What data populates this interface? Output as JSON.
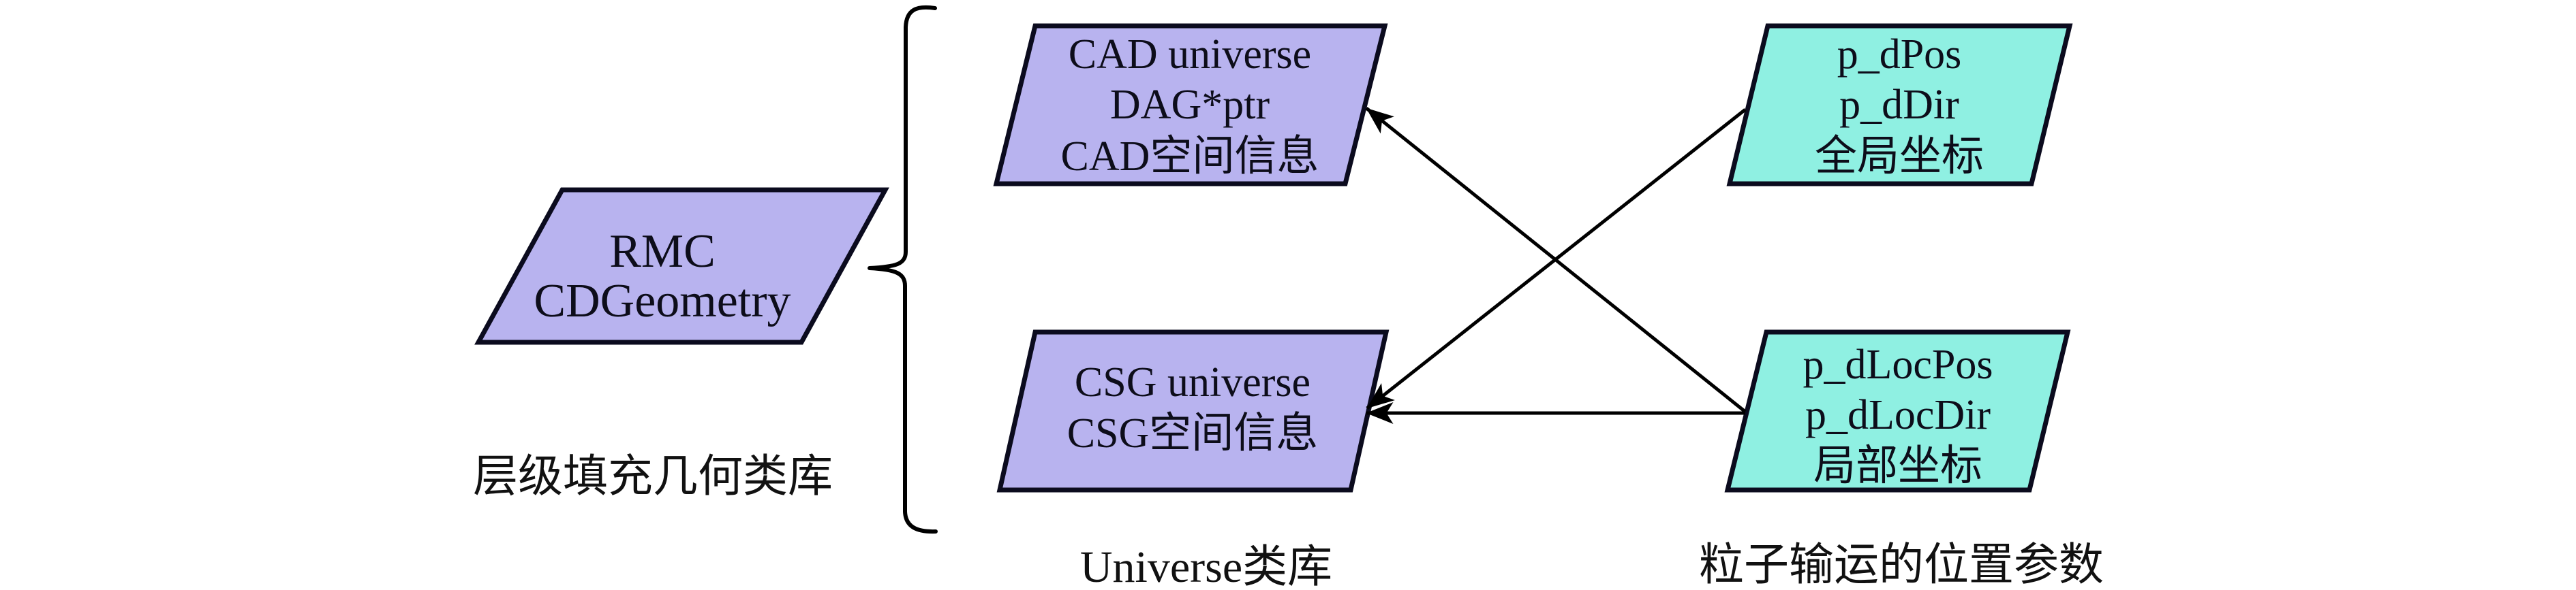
{
  "colors": {
    "purple_fill": "#b8b3ef",
    "teal_fill": "#8ff0e2",
    "stroke": "#0b0b1e",
    "arrow": "#000000"
  },
  "nodes": {
    "rmc": {
      "lines": [
        "RMC",
        "CDGeometry"
      ],
      "fill": "purple"
    },
    "cad_universe": {
      "lines": [
        "CAD universe",
        "DAG*ptr",
        "CAD空间信息"
      ],
      "fill": "purple"
    },
    "csg_universe": {
      "lines": [
        "CSG universe",
        "CSG空间信息"
      ],
      "fill": "purple"
    },
    "global_coords": {
      "lines": [
        "p_dPos",
        "p_dDir",
        "全局坐标"
      ],
      "fill": "teal"
    },
    "local_coords": {
      "lines": [
        "p_dLocPos",
        "p_dLocDir",
        "局部坐标"
      ],
      "fill": "teal"
    }
  },
  "edges": [
    {
      "from": "global_coords",
      "to": "csg_universe"
    },
    {
      "from": "local_coords",
      "to": "cad_universe"
    },
    {
      "from": "local_coords",
      "to": "csg_universe"
    }
  ],
  "captions": {
    "geometry_library": "层级填充几何类库",
    "universe_library": "Universe类库",
    "transport_params": "粒子输运的位置参数"
  }
}
